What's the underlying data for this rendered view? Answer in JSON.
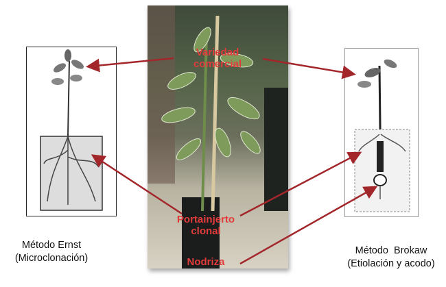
{
  "labels": {
    "variety": [
      "Variedad",
      "comercial"
    ],
    "rootstock": [
      "Portainjerto",
      "clonal"
    ],
    "nurse": "Nodriza"
  },
  "captions": {
    "left": [
      "Método Ernst",
      "(Microclonación)"
    ],
    "right": [
      "Método  Brokaw",
      "(Etiolación y acodo)"
    ]
  },
  "colors": {
    "arrow": "#a3262b",
    "label": "#e23b3b"
  }
}
